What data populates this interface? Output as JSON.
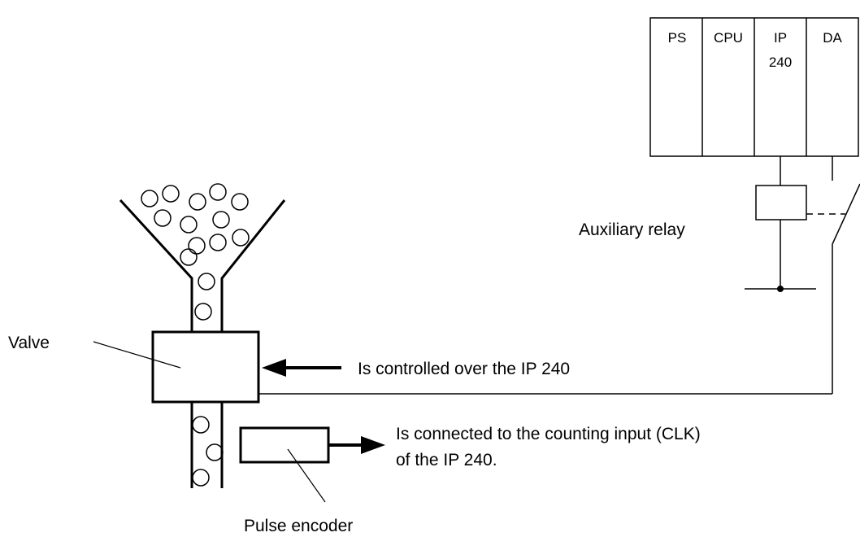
{
  "plc_modules": [
    {
      "line1": "PS",
      "line2": ""
    },
    {
      "line1": "CPU",
      "line2": ""
    },
    {
      "line1": "IP",
      "line2": "240"
    },
    {
      "line1": "DA",
      "line2": ""
    }
  ],
  "labels": {
    "auxiliary_relay": "Auxiliary relay",
    "valve": "Valve",
    "controlled_note": "Is controlled over the IP 240",
    "counting_note_line1": "Is connected to the counting input (CLK)",
    "counting_note_line2": "of the IP 240.",
    "pulse_encoder": "Pulse encoder"
  }
}
